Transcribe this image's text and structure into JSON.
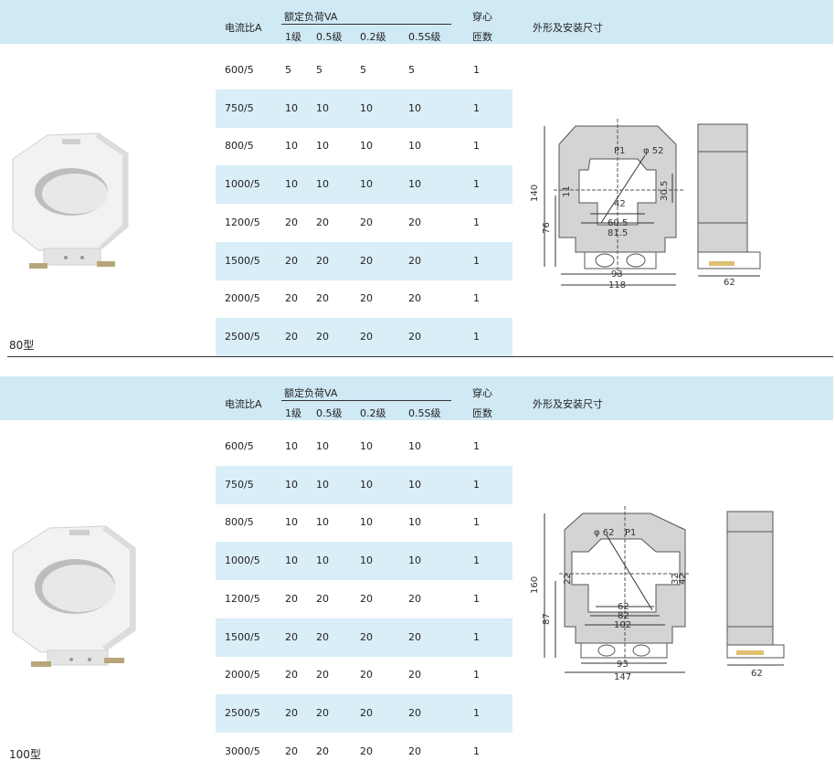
{
  "headers": {
    "ratio": "电流比A",
    "burden": "额定负荷VA",
    "class_1": "1级",
    "class_05": "0.5级",
    "class_02": "0.2级",
    "class_05s": "0.5S级",
    "turns_line1": "穿心",
    "turns_line2": "匝数",
    "dimensions": "外形及安装尺寸"
  },
  "model_80": {
    "label": "80型",
    "rows": [
      {
        "ratio": "600/5",
        "c1": "5",
        "c05": "5",
        "c02": "5",
        "c05s": "5",
        "turns": "1"
      },
      {
        "ratio": "750/5",
        "c1": "10",
        "c05": "10",
        "c02": "10",
        "c05s": "10",
        "turns": "1"
      },
      {
        "ratio": "800/5",
        "c1": "10",
        "c05": "10",
        "c02": "10",
        "c05s": "10",
        "turns": "1"
      },
      {
        "ratio": "1000/5",
        "c1": "10",
        "c05": "10",
        "c02": "10",
        "c05s": "10",
        "turns": "1"
      },
      {
        "ratio": "1200/5",
        "c1": "20",
        "c05": "20",
        "c02": "20",
        "c05s": "20",
        "turns": "1"
      },
      {
        "ratio": "1500/5",
        "c1": "20",
        "c05": "20",
        "c02": "20",
        "c05s": "20",
        "turns": "1"
      },
      {
        "ratio": "2000/5",
        "c1": "20",
        "c05": "20",
        "c02": "20",
        "c05s": "20",
        "turns": "1"
      },
      {
        "ratio": "2500/5",
        "c1": "20",
        "c05": "20",
        "c02": "20",
        "c05s": "20",
        "turns": "1"
      }
    ],
    "drawing": {
      "height": "140",
      "lower": "76",
      "slot": "11",
      "window_h": "30.5",
      "diag": "42",
      "inner_w": "60.5",
      "mid_w": "81.5",
      "mount": "93",
      "width": "118",
      "depth": "62",
      "p1": "P1",
      "phi": "φ 52"
    }
  },
  "model_100": {
    "label": "100型",
    "rows": [
      {
        "ratio": "600/5",
        "c1": "10",
        "c05": "10",
        "c02": "10",
        "c05s": "10",
        "turns": "1"
      },
      {
        "ratio": "750/5",
        "c1": "10",
        "c05": "10",
        "c02": "10",
        "c05s": "10",
        "turns": "1"
      },
      {
        "ratio": "800/5",
        "c1": "10",
        "c05": "10",
        "c02": "10",
        "c05s": "10",
        "turns": "1"
      },
      {
        "ratio": "1000/5",
        "c1": "10",
        "c05": "10",
        "c02": "10",
        "c05s": "10",
        "turns": "1"
      },
      {
        "ratio": "1200/5",
        "c1": "20",
        "c05": "20",
        "c02": "20",
        "c05s": "20",
        "turns": "1"
      },
      {
        "ratio": "1500/5",
        "c1": "20",
        "c05": "20",
        "c02": "20",
        "c05s": "20",
        "turns": "1"
      },
      {
        "ratio": "2000/5",
        "c1": "20",
        "c05": "20",
        "c02": "20",
        "c05s": "20",
        "turns": "1"
      },
      {
        "ratio": "2500/5",
        "c1": "20",
        "c05": "20",
        "c02": "20",
        "c05s": "20",
        "turns": "1"
      },
      {
        "ratio": "3000/5",
        "c1": "20",
        "c05": "20",
        "c02": "20",
        "c05s": "20",
        "turns": "1"
      }
    ],
    "drawing": {
      "height": "160",
      "lower": "87",
      "slot": "22",
      "win_a": "32",
      "win_b": "42",
      "inner_w": "62",
      "mid_w": "82",
      "outer_w": "102",
      "mount": "93",
      "width": "147",
      "depth": "62",
      "p1": "P1",
      "phi": "φ 62"
    }
  }
}
